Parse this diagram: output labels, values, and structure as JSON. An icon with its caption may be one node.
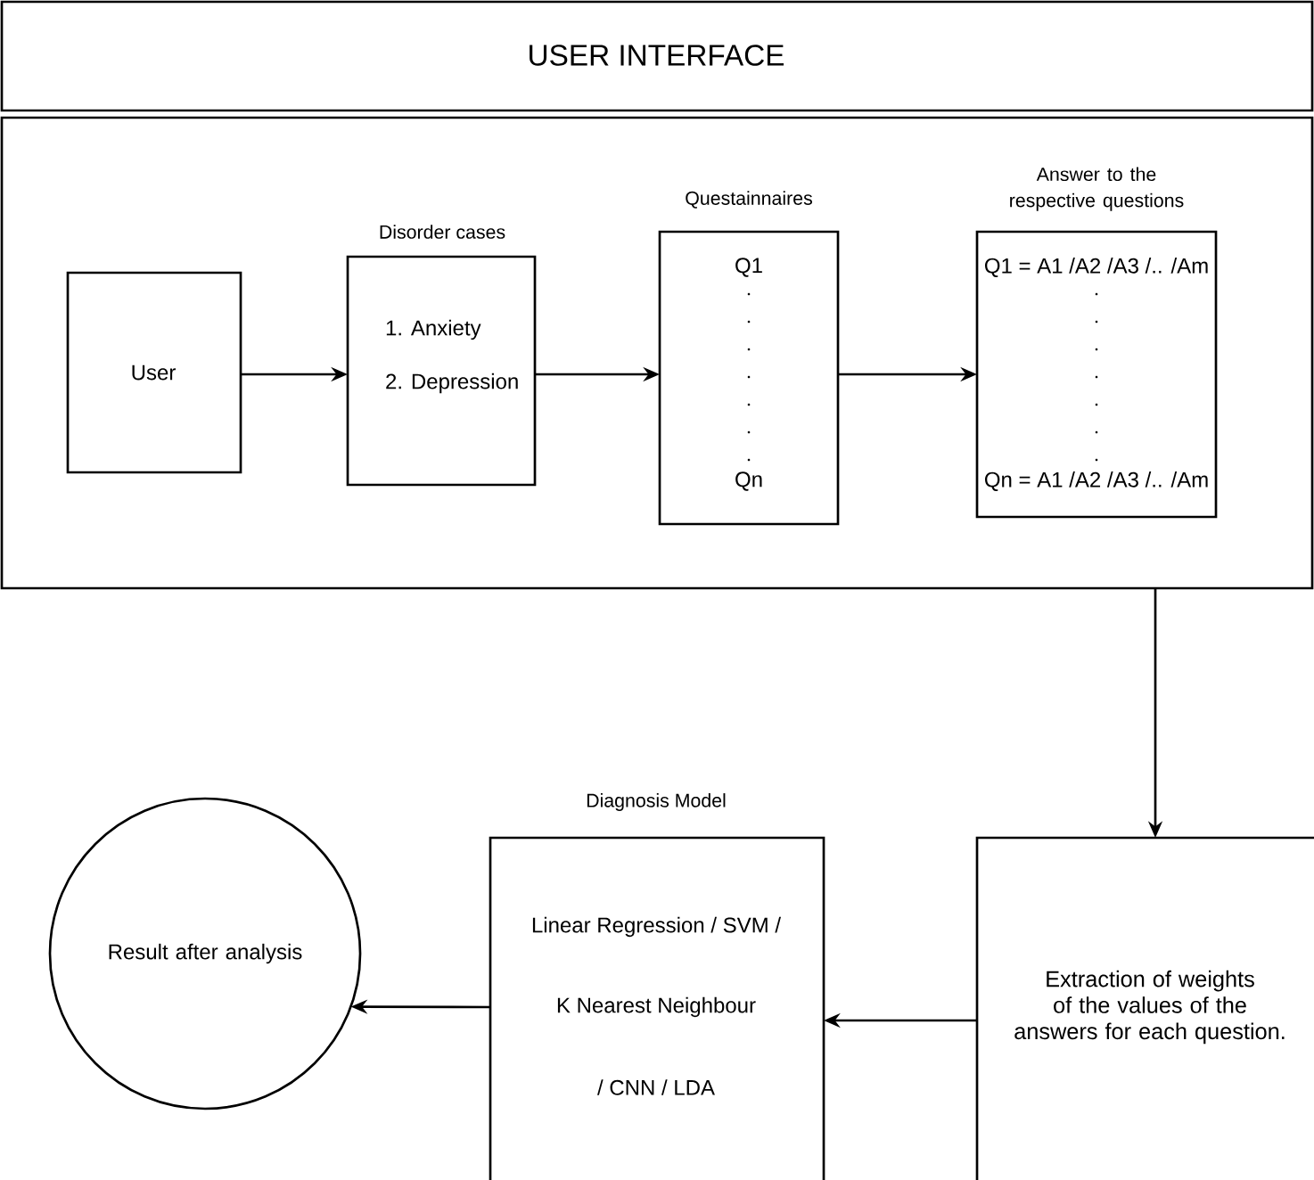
{
  "diagram": {
    "nodes": [
      {
        "text": [
          "USER INTERFACE"
        ]
      },
      {
        "text": [],
        "shape": "box"
      },
      {
        "text": [
          "User"
        ],
        "in": 1
      },
      {
        "text": [
          "Disorder cases",
          "1. Anxiety",
          "2. Depression"
        ],
        "in": 1
      },
      {
        "text": [
          "Questainnaires",
          "Q1",
          "Qn"
        ],
        "in": 1
      },
      {
        "text": [
          "Answer to the respective questions",
          "Q1 = A1 /A2 /A3 /.. /Am",
          "Qn =  A1 /A2 /A3 /.. /Am"
        ],
        "in": 1
      },
      {
        "text": [
          "Extraction of weights of the values of the answers for each question."
        ]
      },
      {
        "text": [
          "Diagnosis Model",
          "Linear Regression / SVM /",
          "K Nearest Neighbour",
          "/ CNN / LDA"
        ]
      },
      {
        "text": [
          "Result after analysis"
        ]
      }
    ],
    "edges": [
      {
        "from": 2,
        "to": 3,
        "arrow": "to"
      },
      {
        "from": 3,
        "to": 4,
        "arrow": "to"
      },
      {
        "from": 4,
        "to": 5,
        "arrow": "to"
      },
      {
        "from": 1,
        "to": 6,
        "arrow": "to"
      },
      {
        "from": 6,
        "to": 7,
        "arrow": "to"
      },
      {
        "from": 7,
        "to": 8,
        "arrow": "to"
      }
    ]
  }
}
